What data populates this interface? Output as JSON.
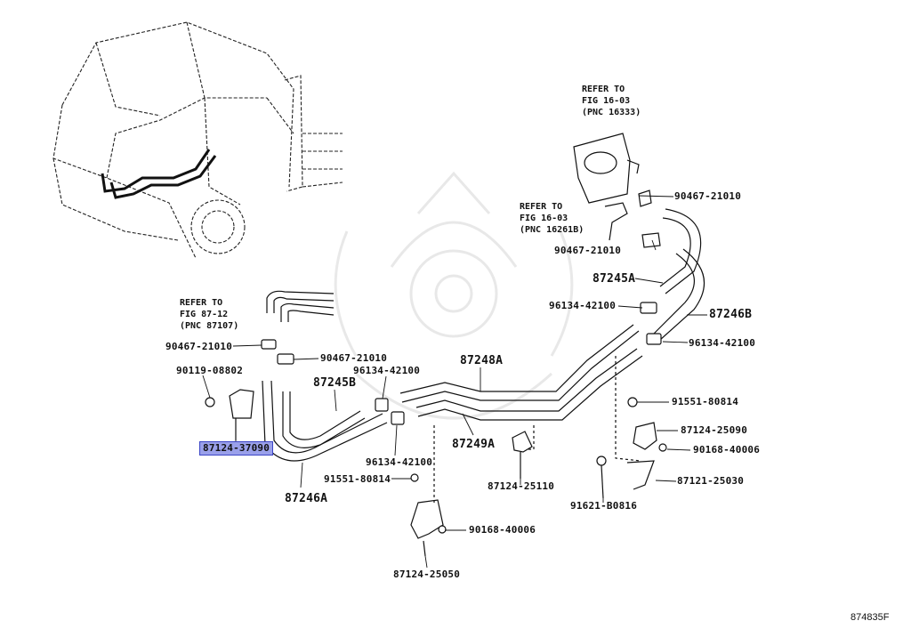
{
  "figure_id": "874835F",
  "refs": {
    "r1": [
      "REFER TO",
      "FIG 16-03",
      "(PNC 16333)"
    ],
    "r2": [
      "REFER TO",
      "FIG 16-03",
      "(PNC 16261B)"
    ],
    "r3": [
      "REFER TO",
      "FIG 87-12",
      "(PNC 87107)"
    ]
  },
  "parts": {
    "p_90467_a": "90467-21010",
    "p_90467_b": "90467-21010",
    "p_87245A": "87245A",
    "p_96134_a": "96134-42100",
    "p_87246B": "87246B",
    "p_96134_b": "96134-42100",
    "p_87248A": "87248A",
    "p_90467_c": "90467-21010",
    "p_90467_d": "90467-21010",
    "p_96134_c": "96134-42100",
    "p_90119": "90119-08802",
    "p_87245B": "87245B",
    "p_87124_37090": "87124-37090",
    "p_87249A": "87249A",
    "p_96134_d": "96134-42100",
    "p_87246A": "87246A",
    "p_91551_a": "91551-80814",
    "p_87124_25110": "87124-25110",
    "p_90168_a": "90168-40006",
    "p_87124_25050": "87124-25050",
    "p_91551_b": "91551-80814",
    "p_87124_25090": "87124-25090",
    "p_90168_b": "90168-40006",
    "p_87121_25030": "87121-25030",
    "p_91621": "91621-B0816"
  },
  "highlight_color": "#9aa0ea"
}
